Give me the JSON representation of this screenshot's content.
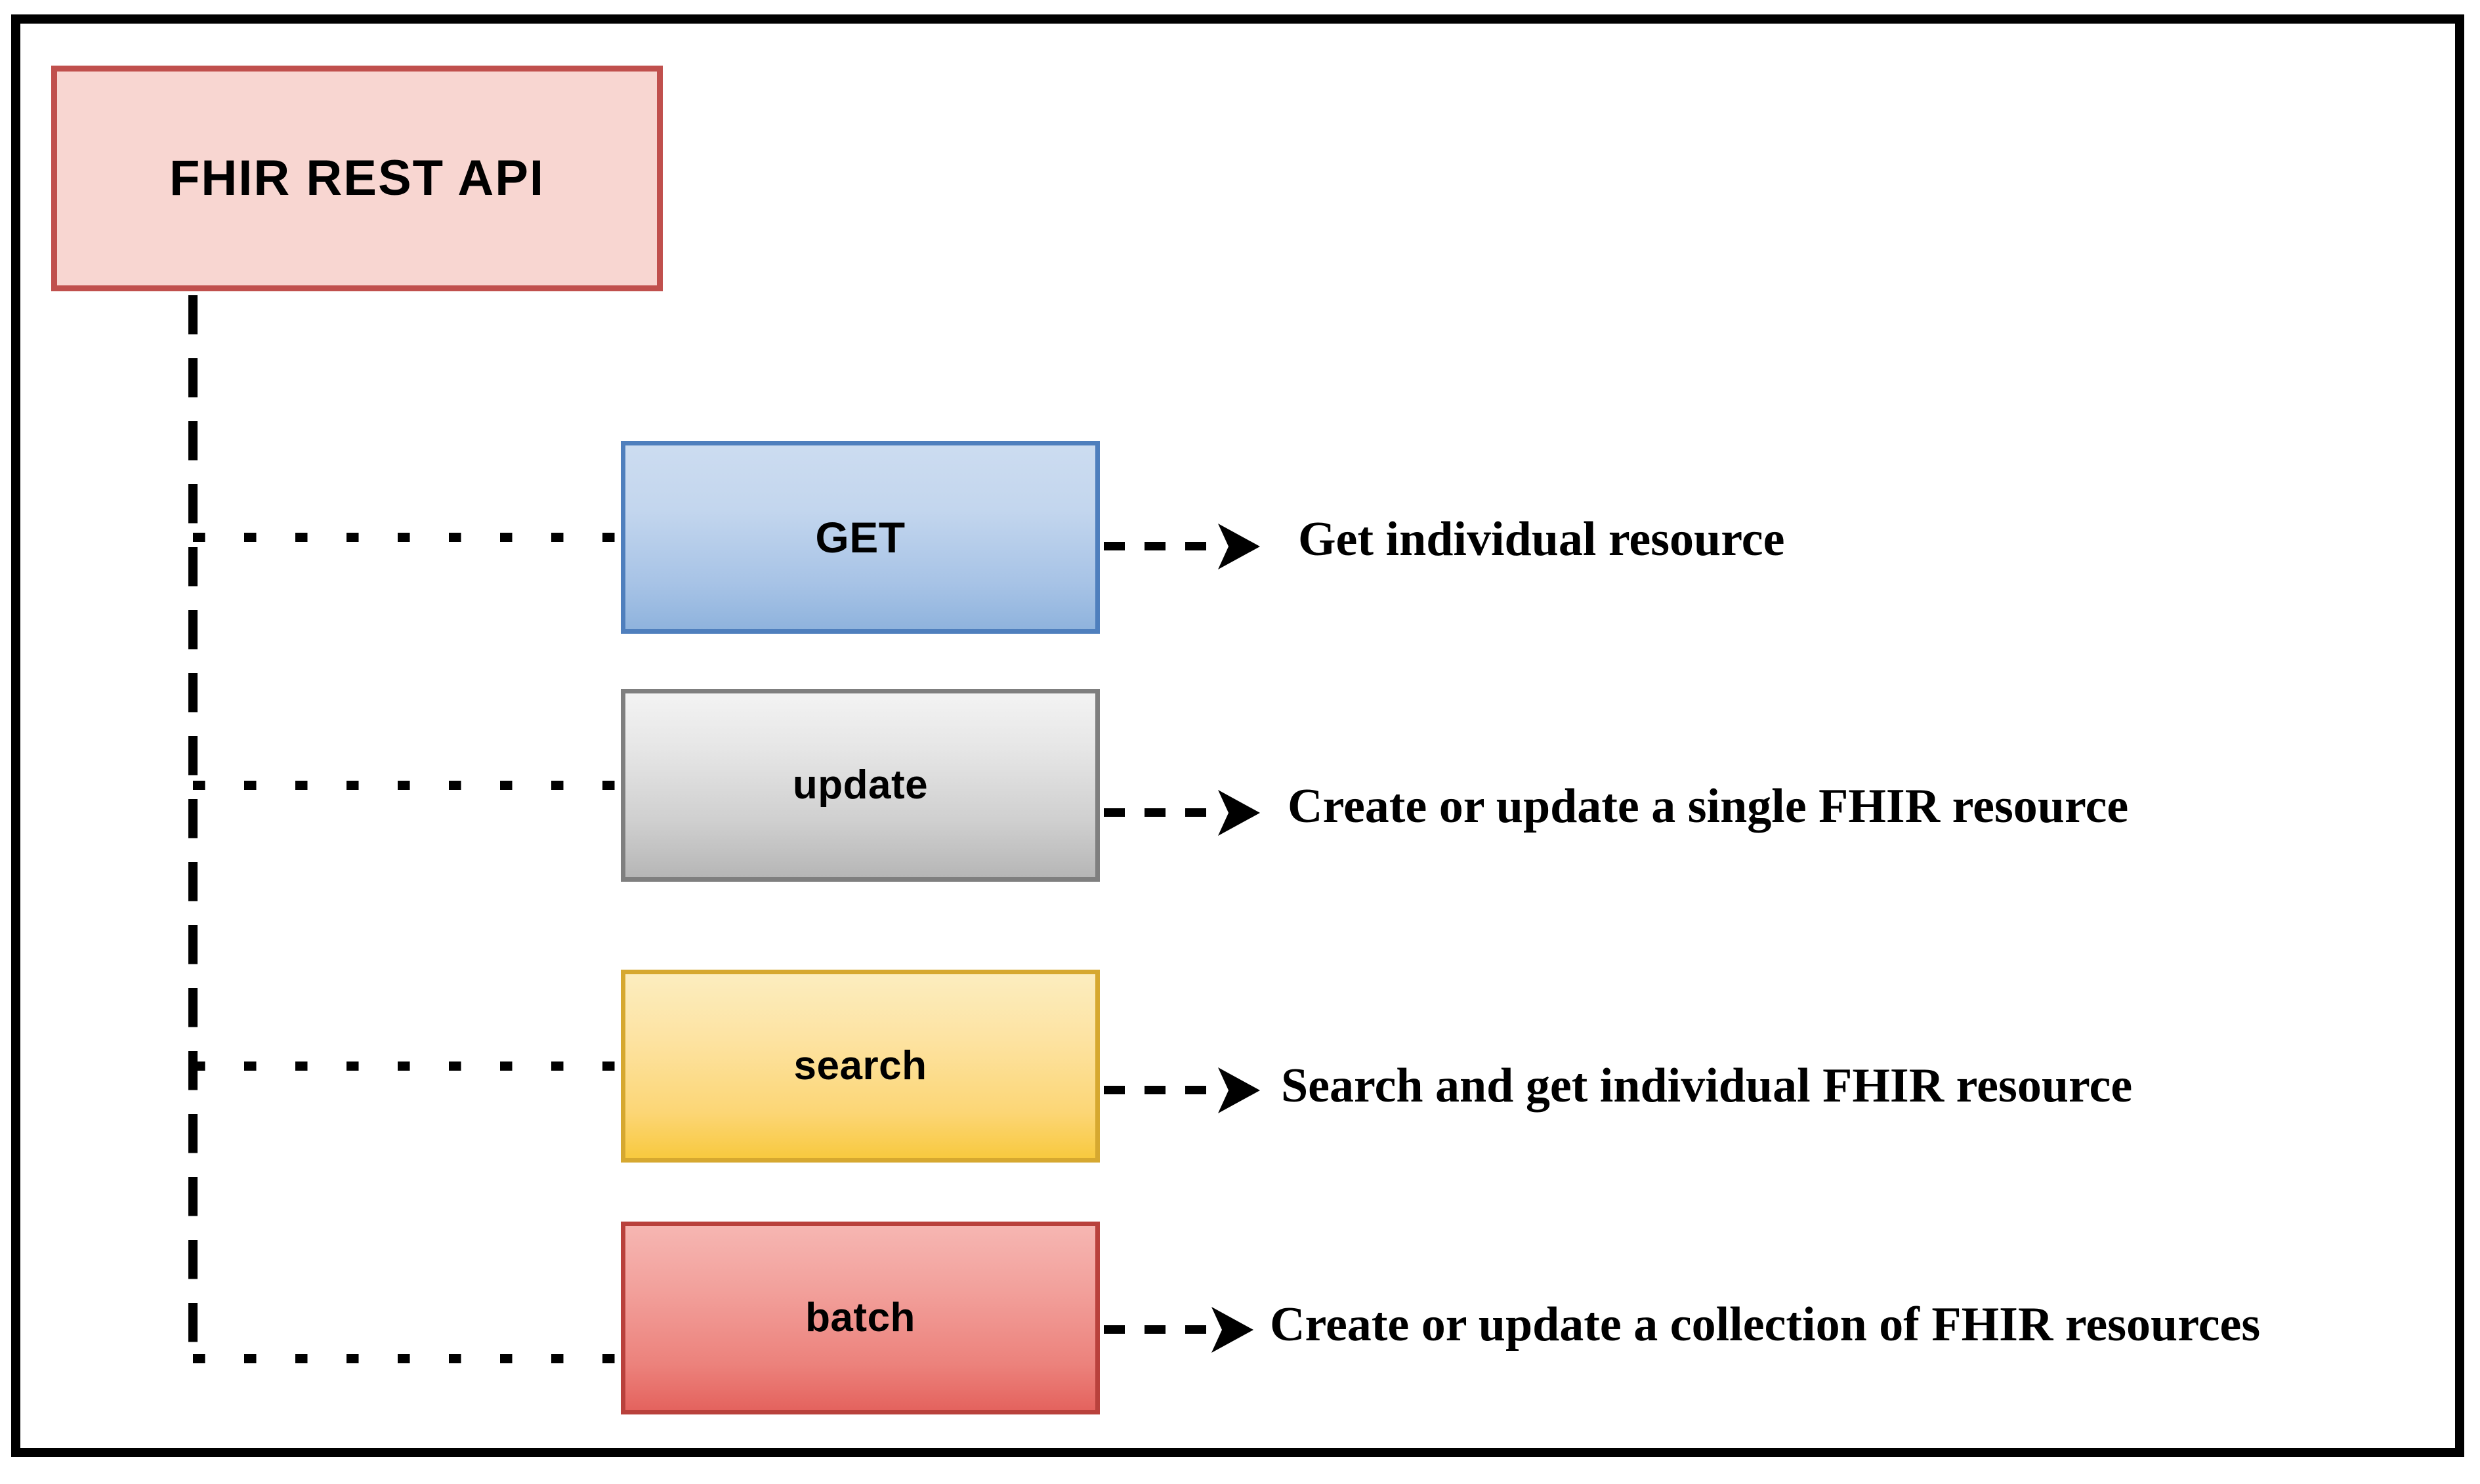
{
  "diagram": {
    "root": {
      "label": "FHIR REST API",
      "fill": "#f8d6d1",
      "stroke": "#c0504d"
    },
    "operations": [
      {
        "name": "GET",
        "label": "GET",
        "description": "Get individual resource",
        "fill": "#a7c3e6",
        "stroke": "#4f7fbd"
      },
      {
        "name": "update",
        "label": "update",
        "description": "Create or update a single FHIR resource",
        "fill": "#cfcfcf",
        "stroke": "#7f7f7f"
      },
      {
        "name": "search",
        "label": "search",
        "description": "Search and get individual FHIR resource",
        "fill": "#fcd676",
        "stroke": "#d6a830"
      },
      {
        "name": "batch",
        "label": "batch",
        "description": "Create or update a collection of FHIR resources",
        "fill": "#ec827c",
        "stroke": "#b9413c"
      }
    ],
    "connectors": {
      "trunk_style": "dashed-vertical",
      "branch_style": "dotted-horizontal",
      "arrow_style": "dashed-arrow",
      "line_color": "#000000"
    },
    "frame": {
      "border_color": "#000000",
      "background": "#ffffff"
    }
  }
}
